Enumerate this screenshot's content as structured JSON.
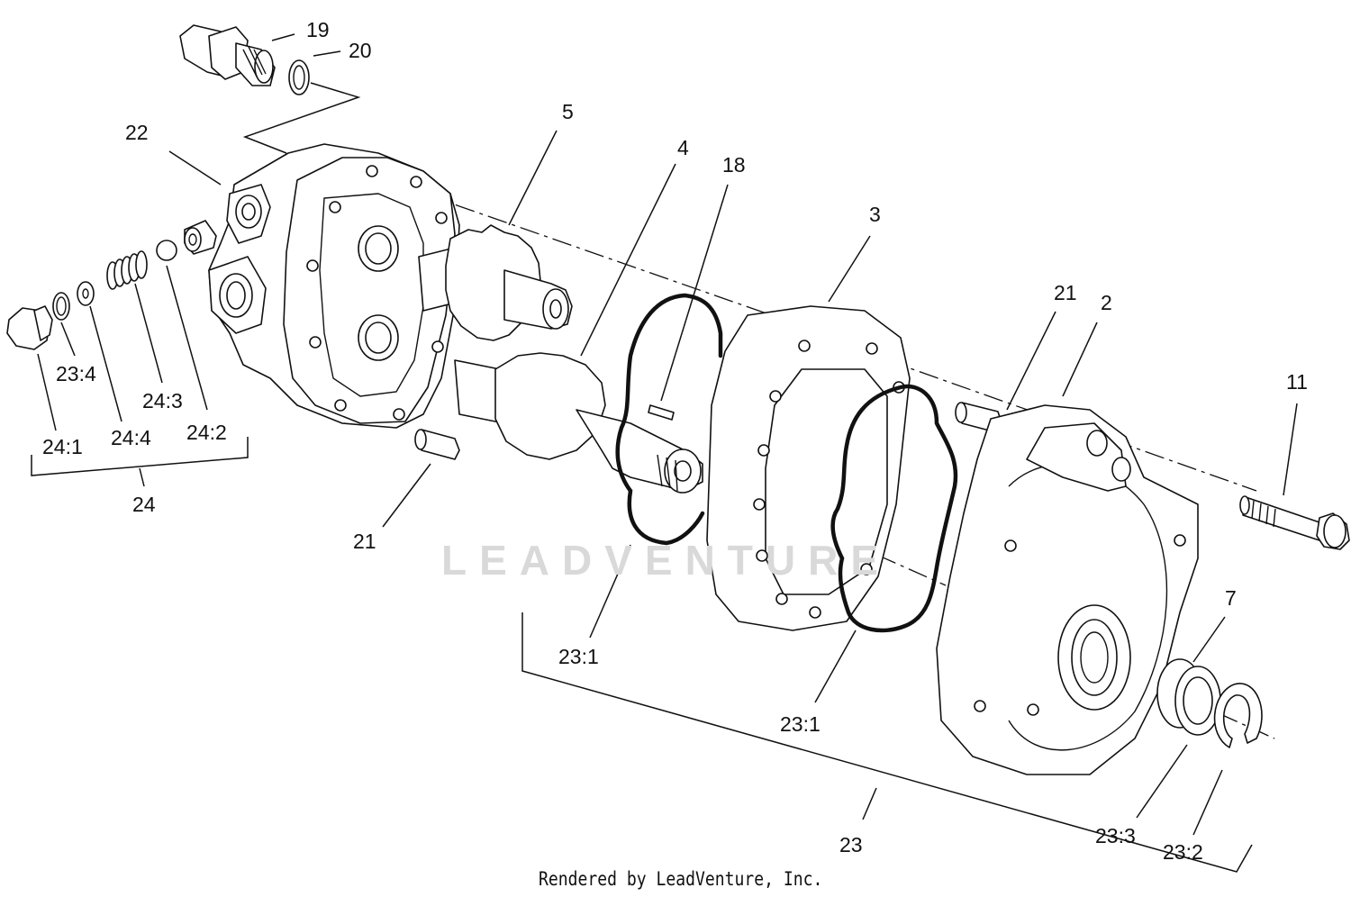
{
  "diagram": {
    "callouts": {
      "c19": "19",
      "c20": "20",
      "c22": "22",
      "c5": "5",
      "c4": "4",
      "c18": "18",
      "c3": "3",
      "c21a": "21",
      "c2": "2",
      "c11": "11",
      "c23_4": "23:4",
      "c24_3": "24:3",
      "c24_1": "24:1",
      "c24_4": "24:4",
      "c24_2": "24:2",
      "c24": "24",
      "c21b": "21",
      "c23_1a": "23:1",
      "c23_1b": "23:1",
      "c7": "7",
      "c23": "23",
      "c23_3": "23:3",
      "c23_2": "23:2"
    },
    "watermark": "LEADVENTURE",
    "credit": "Rendered by LeadVenture, Inc."
  }
}
